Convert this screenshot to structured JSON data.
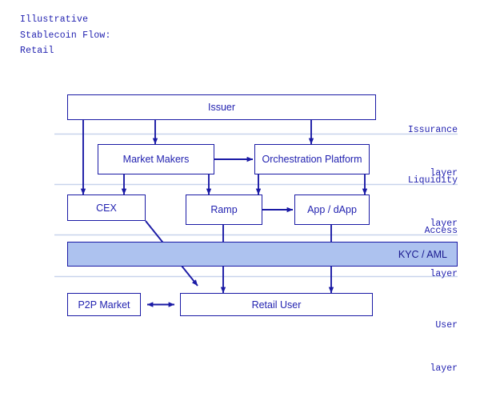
{
  "title": {
    "line1": "Illustrative",
    "line2": "Stablecoin Flow:",
    "line3": "Retail",
    "full": "Illustrative Stablecoin Flow: Retail"
  },
  "colors": {
    "stroke": "#1a1aa5",
    "text": "#2222b0",
    "band_fill": "#adc2ef",
    "separator": "#c8d4ec",
    "background": "#ffffff"
  },
  "layers": [
    {
      "id": "issuance",
      "name_line1": "Issurance",
      "name_line2": "layer"
    },
    {
      "id": "liquidity",
      "name_line1": "Liquidity",
      "name_line2": "layer"
    },
    {
      "id": "access",
      "name_line1": "Access",
      "name_line2": "layer"
    },
    {
      "id": "kyc",
      "name_line1": "KYC / AML",
      "name_line2": ""
    },
    {
      "id": "user",
      "name_line1": "User",
      "name_line2": "layer"
    }
  ],
  "nodes": [
    {
      "id": "issuer",
      "label": "Issuer",
      "layer": "issuance"
    },
    {
      "id": "market-makers",
      "label": "Market Makers",
      "layer": "liquidity"
    },
    {
      "id": "orchestration",
      "label": "Orchestration Platform",
      "layer": "liquidity"
    },
    {
      "id": "cex",
      "label": "CEX",
      "layer": "access"
    },
    {
      "id": "ramp",
      "label": "Ramp",
      "layer": "access"
    },
    {
      "id": "app-dapp",
      "label": "App / dApp",
      "layer": "access"
    },
    {
      "id": "p2p-market",
      "label": "P2P Market",
      "layer": "user"
    },
    {
      "id": "retail-user",
      "label": "Retail User",
      "layer": "user"
    }
  ],
  "kyc_band": {
    "label": "KYC / AML"
  },
  "edges": [
    {
      "from": "issuer",
      "to": "cex",
      "style": "orthogonal",
      "direction": "one-way"
    },
    {
      "from": "issuer",
      "to": "market-makers",
      "style": "vertical",
      "direction": "one-way"
    },
    {
      "from": "issuer",
      "to": "orchestration",
      "style": "vertical",
      "direction": "one-way"
    },
    {
      "from": "market-makers",
      "to": "orchestration",
      "style": "horizontal",
      "direction": "one-way"
    },
    {
      "from": "market-makers",
      "to": "cex",
      "style": "vertical",
      "direction": "one-way"
    },
    {
      "from": "market-makers",
      "to": "ramp",
      "style": "vertical",
      "direction": "one-way"
    },
    {
      "from": "orchestration",
      "to": "ramp",
      "style": "vertical",
      "direction": "one-way"
    },
    {
      "from": "orchestration",
      "to": "app-dapp",
      "style": "vertical",
      "direction": "one-way"
    },
    {
      "from": "ramp",
      "to": "app-dapp",
      "style": "horizontal",
      "direction": "one-way"
    },
    {
      "from": "cex",
      "to": "retail-user",
      "style": "diagonal",
      "direction": "one-way"
    },
    {
      "from": "ramp",
      "to": "retail-user",
      "style": "vertical",
      "direction": "one-way"
    },
    {
      "from": "app-dapp",
      "to": "retail-user",
      "style": "vertical",
      "direction": "one-way"
    },
    {
      "from": "p2p-market",
      "to": "retail-user",
      "style": "horizontal",
      "direction": "two-way"
    }
  ]
}
